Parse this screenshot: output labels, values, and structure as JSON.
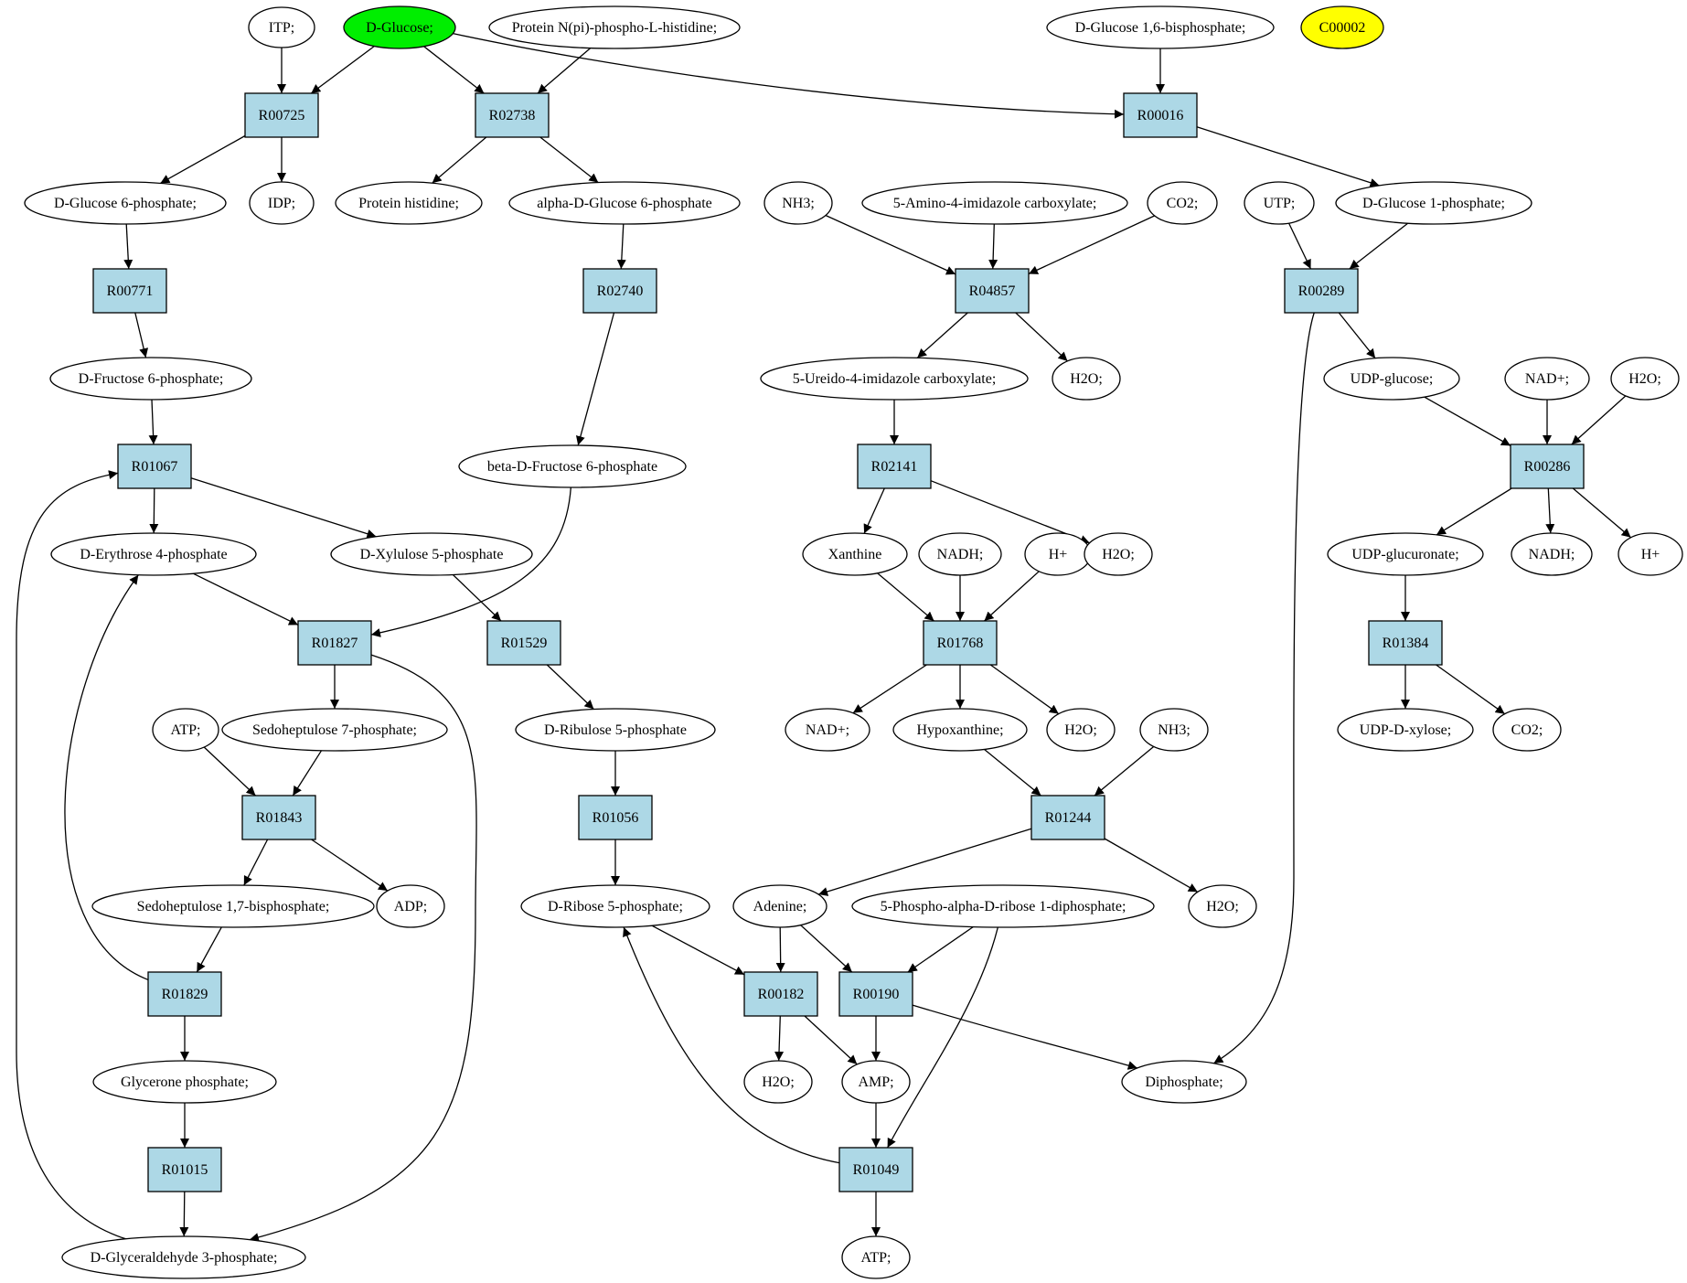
{
  "reactions": [
    {
      "id": "r00725",
      "label": "R00725"
    },
    {
      "id": "r02738",
      "label": "R02738"
    },
    {
      "id": "r00016",
      "label": "R00016"
    },
    {
      "id": "r00771",
      "label": "R00771"
    },
    {
      "id": "r02740",
      "label": "R02740"
    },
    {
      "id": "r04857",
      "label": "R04857"
    },
    {
      "id": "r00289",
      "label": "R00289"
    },
    {
      "id": "r01067",
      "label": "R01067"
    },
    {
      "id": "r02141",
      "label": "R02141"
    },
    {
      "id": "r00286",
      "label": "R00286"
    },
    {
      "id": "r01827",
      "label": "R01827"
    },
    {
      "id": "r01529",
      "label": "R01529"
    },
    {
      "id": "r01768",
      "label": "R01768"
    },
    {
      "id": "r01384",
      "label": "R01384"
    },
    {
      "id": "r01843",
      "label": "R01843"
    },
    {
      "id": "r01056",
      "label": "R01056"
    },
    {
      "id": "r01244",
      "label": "R01244"
    },
    {
      "id": "r01829",
      "label": "R01829"
    },
    {
      "id": "r00182",
      "label": "R00182"
    },
    {
      "id": "r00190",
      "label": "R00190"
    },
    {
      "id": "r01015",
      "label": "R01015"
    },
    {
      "id": "r01049",
      "label": "R01049"
    }
  ],
  "compounds": [
    {
      "id": "itp",
      "label": "ITP;",
      "fill": "#ffffff"
    },
    {
      "id": "dglucose",
      "label": "D-Glucose;",
      "fill": "#00ee00"
    },
    {
      "id": "protphis",
      "label": "Protein N(pi)-phospho-L-histidine;",
      "fill": "#ffffff"
    },
    {
      "id": "dg16bp",
      "label": "D-Glucose 1,6-bisphosphate;",
      "fill": "#ffffff"
    },
    {
      "id": "c00002",
      "label": "C00002",
      "fill": "#ffff00"
    },
    {
      "id": "dg6p",
      "label": "D-Glucose 6-phosphate;",
      "fill": "#ffffff"
    },
    {
      "id": "idp",
      "label": "IDP;",
      "fill": "#ffffff"
    },
    {
      "id": "prothis",
      "label": "Protein histidine;",
      "fill": "#ffffff"
    },
    {
      "id": "adg6p",
      "label": "alpha-D-Glucose 6-phosphate",
      "fill": "#ffffff"
    },
    {
      "id": "nh3a",
      "label": "NH3;",
      "fill": "#ffffff"
    },
    {
      "id": "aicarb",
      "label": "5-Amino-4-imidazole carboxylate;",
      "fill": "#ffffff"
    },
    {
      "id": "co2a",
      "label": "CO2;",
      "fill": "#ffffff"
    },
    {
      "id": "utp",
      "label": "UTP;",
      "fill": "#ffffff"
    },
    {
      "id": "dg1p",
      "label": "D-Glucose 1-phosphate;",
      "fill": "#ffffff"
    },
    {
      "id": "df6p",
      "label": "D-Fructose 6-phosphate;",
      "fill": "#ffffff"
    },
    {
      "id": "uicarb",
      "label": "5-Ureido-4-imidazole carboxylate;",
      "fill": "#ffffff"
    },
    {
      "id": "h2oa",
      "label": "H2O;",
      "fill": "#ffffff"
    },
    {
      "id": "udpglc",
      "label": "UDP-glucose;",
      "fill": "#ffffff"
    },
    {
      "id": "nadp1",
      "label": "NAD+;",
      "fill": "#ffffff"
    },
    {
      "id": "h2ob",
      "label": "H2O;",
      "fill": "#ffffff"
    },
    {
      "id": "bdf6p",
      "label": "beta-D-Fructose 6-phosphate",
      "fill": "#ffffff"
    },
    {
      "id": "de4p",
      "label": "D-Erythrose 4-phosphate",
      "fill": "#ffffff"
    },
    {
      "id": "dx5p",
      "label": "D-Xylulose 5-phosphate",
      "fill": "#ffffff"
    },
    {
      "id": "xanthine",
      "label": "Xanthine",
      "fill": "#ffffff"
    },
    {
      "id": "nadh1",
      "label": "NADH;",
      "fill": "#ffffff"
    },
    {
      "id": "hplus1",
      "label": "H+",
      "fill": "#ffffff"
    },
    {
      "id": "h2oc",
      "label": "H2O;",
      "fill": "#ffffff"
    },
    {
      "id": "udpglcur",
      "label": "UDP-glucuronate;",
      "fill": "#ffffff"
    },
    {
      "id": "nadh2",
      "label": "NADH;",
      "fill": "#ffffff"
    },
    {
      "id": "hplus2",
      "label": "H+",
      "fill": "#ffffff"
    },
    {
      "id": "atp1",
      "label": "ATP;",
      "fill": "#ffffff"
    },
    {
      "id": "s7p",
      "label": "Sedoheptulose 7-phosphate;",
      "fill": "#ffffff"
    },
    {
      "id": "dr5p",
      "label": "D-Ribulose 5-phosphate",
      "fill": "#ffffff"
    },
    {
      "id": "nadp2",
      "label": "NAD+;",
      "fill": "#ffffff"
    },
    {
      "id": "hypox",
      "label": "Hypoxanthine;",
      "fill": "#ffffff"
    },
    {
      "id": "h2od",
      "label": "H2O;",
      "fill": "#ffffff"
    },
    {
      "id": "nh3b",
      "label": "NH3;",
      "fill": "#ffffff"
    },
    {
      "id": "udpxyl",
      "label": "UDP-D-xylose;",
      "fill": "#ffffff"
    },
    {
      "id": "co2b",
      "label": "CO2;",
      "fill": "#ffffff"
    },
    {
      "id": "s17bp",
      "label": "Sedoheptulose 1,7-bisphosphate;",
      "fill": "#ffffff"
    },
    {
      "id": "adp",
      "label": "ADP;",
      "fill": "#ffffff"
    },
    {
      "id": "dribose5p",
      "label": "D-Ribose 5-phosphate;",
      "fill": "#ffffff"
    },
    {
      "id": "adenine",
      "label": "Adenine;",
      "fill": "#ffffff"
    },
    {
      "id": "prpp",
      "label": "5-Phospho-alpha-D-ribose 1-diphosphate;",
      "fill": "#ffffff"
    },
    {
      "id": "h2oe",
      "label": "H2O;",
      "fill": "#ffffff"
    },
    {
      "id": "glycp",
      "label": "Glycerone phosphate;",
      "fill": "#ffffff"
    },
    {
      "id": "h2of",
      "label": "H2O;",
      "fill": "#ffffff"
    },
    {
      "id": "amp",
      "label": "AMP;",
      "fill": "#ffffff"
    },
    {
      "id": "diphos",
      "label": "Diphosphate;",
      "fill": "#ffffff"
    },
    {
      "id": "dga3p",
      "label": "D-Glyceraldehyde 3-phosphate;",
      "fill": "#ffffff"
    },
    {
      "id": "atp2",
      "label": "ATP;",
      "fill": "#ffffff"
    }
  ],
  "edges": [
    [
      "itp",
      "r00725"
    ],
    [
      "dglucose",
      "r00725"
    ],
    [
      "dglucose",
      "r02738"
    ],
    [
      "dglucose",
      "r00016"
    ],
    [
      "protphis",
      "r02738"
    ],
    [
      "dg16bp",
      "r00016"
    ],
    [
      "r00725",
      "dg6p"
    ],
    [
      "r00725",
      "idp"
    ],
    [
      "r02738",
      "prothis"
    ],
    [
      "r02738",
      "adg6p"
    ],
    [
      "r00016",
      "dg1p"
    ],
    [
      "dg6p",
      "r00771"
    ],
    [
      "adg6p",
      "r02740"
    ],
    [
      "nh3a",
      "r04857"
    ],
    [
      "aicarb",
      "r04857"
    ],
    [
      "co2a",
      "r04857"
    ],
    [
      "utp",
      "r00289"
    ],
    [
      "dg1p",
      "r00289"
    ],
    [
      "r00771",
      "df6p"
    ],
    [
      "r02740",
      "bdf6p"
    ],
    [
      "r04857",
      "uicarb"
    ],
    [
      "r04857",
      "h2oa"
    ],
    [
      "r00289",
      "udpglc"
    ],
    [
      "r00289",
      "diphos"
    ],
    [
      "df6p",
      "r01067"
    ],
    [
      "uicarb",
      "r02141"
    ],
    [
      "udpglc",
      "r00286"
    ],
    [
      "nadp1",
      "r00286"
    ],
    [
      "h2ob",
      "r00286"
    ],
    [
      "r01067",
      "de4p"
    ],
    [
      "r01067",
      "dx5p"
    ],
    [
      "r02141",
      "xanthine"
    ],
    [
      "r02141",
      "h2oc"
    ],
    [
      "r00286",
      "udpglcur"
    ],
    [
      "r00286",
      "nadh2"
    ],
    [
      "r00286",
      "hplus2"
    ],
    [
      "de4p",
      "r01827"
    ],
    [
      "bdf6p",
      "r01827"
    ],
    [
      "dx5p",
      "r01529"
    ],
    [
      "xanthine",
      "r01768"
    ],
    [
      "nadh1",
      "r01768"
    ],
    [
      "hplus1",
      "r01768"
    ],
    [
      "udpglcur",
      "r01384"
    ],
    [
      "r01827",
      "s7p"
    ],
    [
      "r01827",
      "dga3p"
    ],
    [
      "r01529",
      "dr5p"
    ],
    [
      "r01768",
      "nadp2"
    ],
    [
      "r01768",
      "hypox"
    ],
    [
      "r01768",
      "h2od"
    ],
    [
      "r01384",
      "udpxyl"
    ],
    [
      "r01384",
      "co2b"
    ],
    [
      "atp1",
      "r01843"
    ],
    [
      "s7p",
      "r01843"
    ],
    [
      "dr5p",
      "r01056"
    ],
    [
      "hypox",
      "r01244"
    ],
    [
      "nh3b",
      "r01244"
    ],
    [
      "r01843",
      "s17bp"
    ],
    [
      "r01843",
      "adp"
    ],
    [
      "r01056",
      "dribose5p"
    ],
    [
      "r01244",
      "adenine"
    ],
    [
      "r01244",
      "h2oe"
    ],
    [
      "s17bp",
      "r01829"
    ],
    [
      "dribose5p",
      "r00182"
    ],
    [
      "adenine",
      "r00182"
    ],
    [
      "adenine",
      "r00190"
    ],
    [
      "prpp",
      "r00190"
    ],
    [
      "prpp",
      "r01049"
    ],
    [
      "r01829",
      "glycp"
    ],
    [
      "r01829",
      "de4p"
    ],
    [
      "r00182",
      "h2of"
    ],
    [
      "r00182",
      "amp"
    ],
    [
      "r00190",
      "amp"
    ],
    [
      "r00190",
      "diphos"
    ],
    [
      "glycp",
      "r01015"
    ],
    [
      "amp",
      "r01049"
    ],
    [
      "r01015",
      "dga3p"
    ],
    [
      "dga3p",
      "r01067"
    ],
    [
      "r01049",
      "atp2"
    ],
    [
      "r01049",
      "dribose5p"
    ]
  ]
}
